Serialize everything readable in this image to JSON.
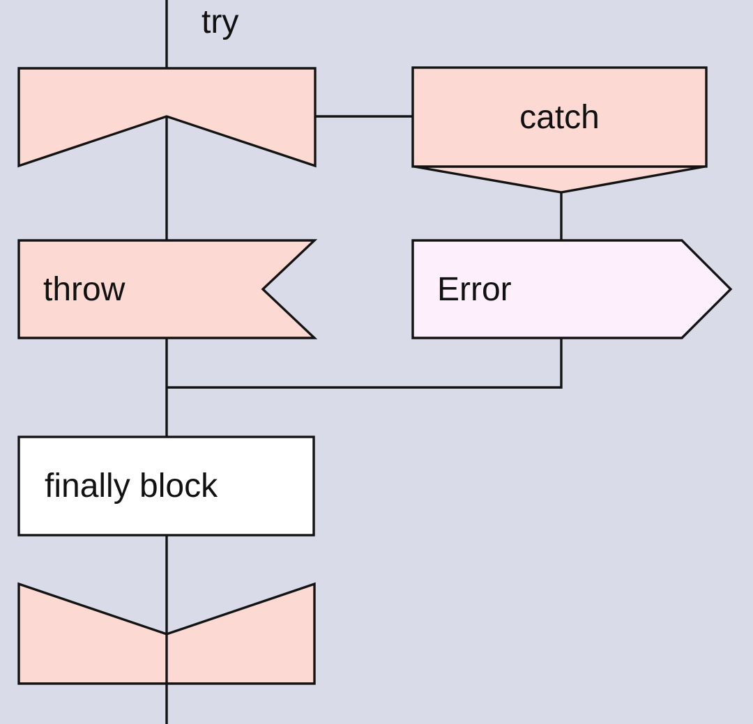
{
  "diagram": {
    "type": "flowchart",
    "labels": {
      "try_branch": "try",
      "catch_node": "catch",
      "throw_node": "throw",
      "error_node": "Error",
      "finally_node": "finally block"
    },
    "colors": {
      "background": "#dadbe9",
      "node_pink": "#fdd9d3",
      "node_pale_pink": "#fdeffb",
      "node_white": "#ffffff",
      "stroke": "#131313",
      "text": "#111111"
    }
  }
}
